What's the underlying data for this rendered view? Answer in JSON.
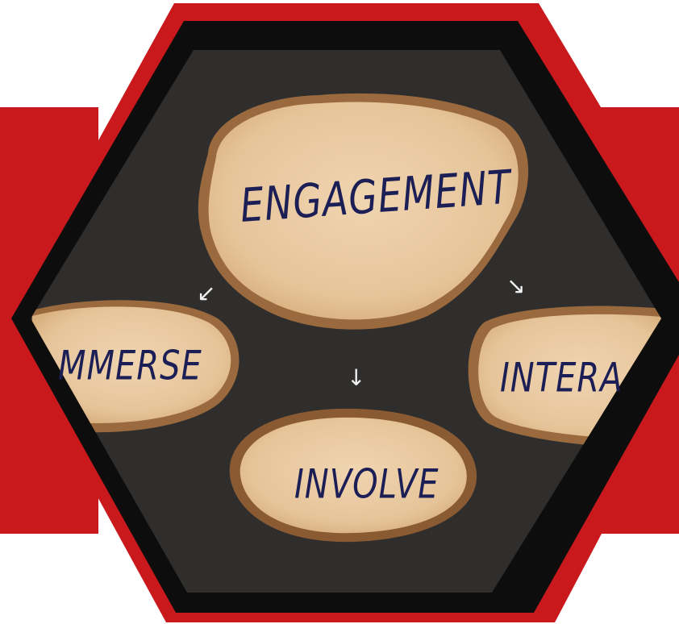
{
  "colors": {
    "frame_red": "#c9191d",
    "frame_black": "#0d0d0d",
    "board": "#2f2e2d",
    "wood": "#e8c9a2",
    "bark": "#9a6a3e",
    "text": "#1c1f56"
  },
  "slices": {
    "main": "ENGAGEMENT",
    "left": "MMERSE",
    "bottom": "INVOLVE",
    "right": "INTERA"
  },
  "arrows": {
    "left": "↙",
    "right": "↘",
    "down": "↓"
  }
}
